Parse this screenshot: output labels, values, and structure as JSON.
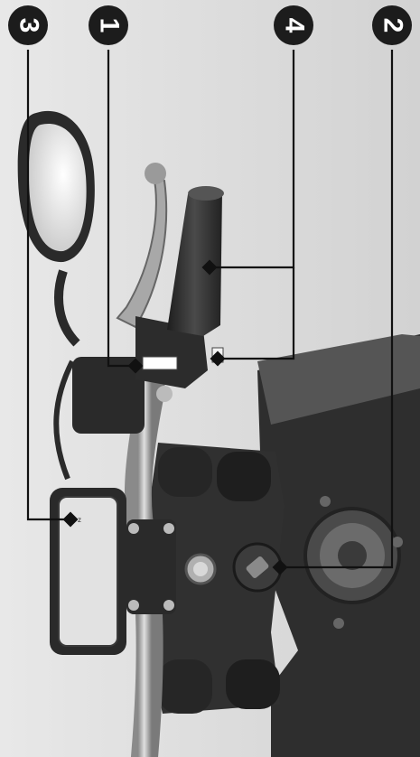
{
  "callouts": [
    {
      "number": "3",
      "target": "brake-fluid-reservoir"
    },
    {
      "number": "1",
      "target": "front-brake-lever-adjuster"
    },
    {
      "number": "4",
      "target": "throttle-grip"
    },
    {
      "number": "2",
      "target": "ignition-switch"
    }
  ],
  "colors": {
    "background": "#dcdcdc",
    "badge": "#1c1c1c",
    "leader": "#111111",
    "machine_dark": "#2e2e2e",
    "chrome": "#b8b8b8"
  },
  "icons": [
    "callout-badge",
    "leader-line",
    "diamond-pointer"
  ]
}
